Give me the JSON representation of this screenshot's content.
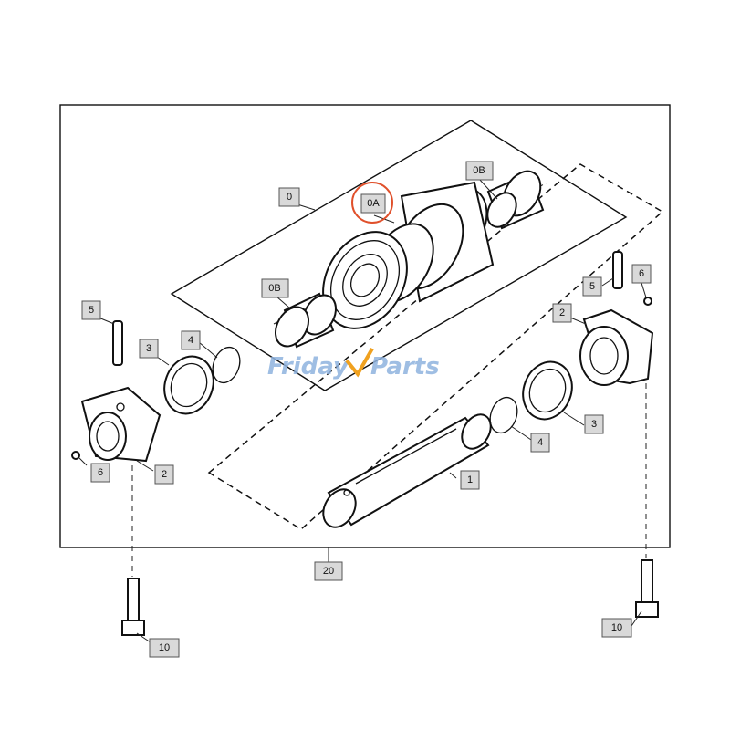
{
  "watermark": {
    "text_left": "Friday",
    "text_right": "Parts"
  },
  "highlight_color": "#e0502b",
  "labels": {
    "l0": "0",
    "l0A": "0A",
    "l0B_top": "0B",
    "l0B_left": "0B",
    "l1": "1",
    "l2_left": "2",
    "l2_right": "2",
    "l3_left": "3",
    "l3_right": "3",
    "l4_left": "4",
    "l4_right": "4",
    "l5_left": "5",
    "l5_right": "5",
    "l6_left": "6",
    "l6_right": "6",
    "l10_left": "10",
    "l10_right": "10",
    "l20": "20"
  }
}
